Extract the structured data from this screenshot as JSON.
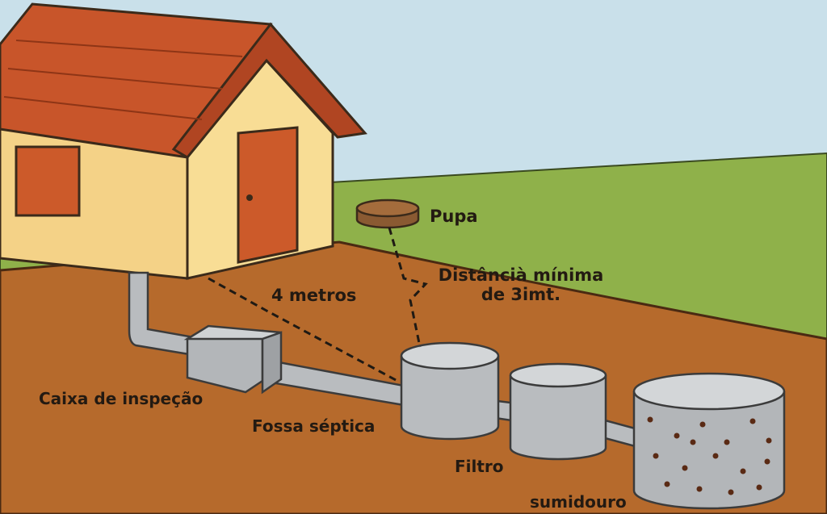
{
  "labels": {
    "pupa": "Pupa",
    "distancia_line1": "Distâncià mínima",
    "distancia_line2": "de 3imt.",
    "quatro_metros": "4 metros",
    "caixa": "Caixa de inspeção",
    "fossa": "Fossa séptica",
    "filtro": "Filtro",
    "sumidouro": "sumidouro"
  },
  "colors": {
    "sky": "#c9e0ea",
    "grass": "#8fb14a",
    "soil": "#b66a2c",
    "roof": "#c8552a",
    "wall": "#f7da8e",
    "door": "#cc5a2a",
    "concrete": "#b9bcbf",
    "lid": "#8a5a32"
  }
}
